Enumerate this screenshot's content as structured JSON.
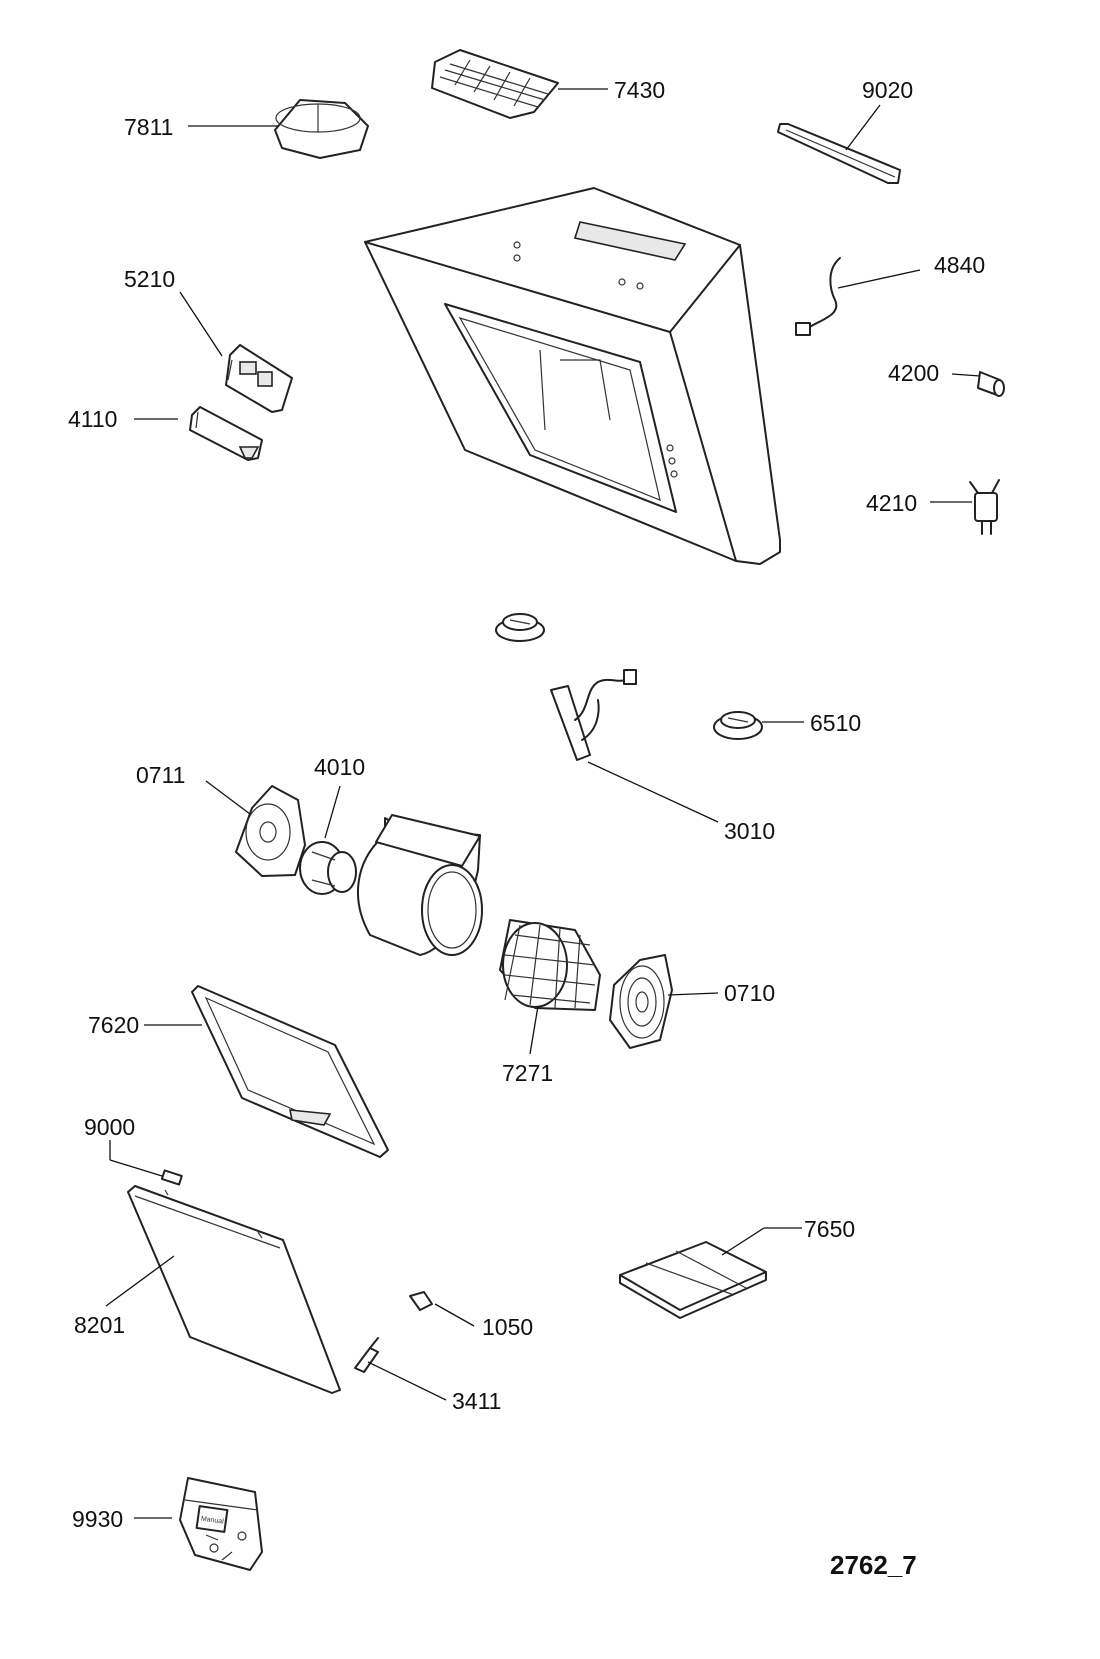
{
  "sheet_id": "2762_7",
  "manual_text": "Manual",
  "labels": {
    "p7811": "7811",
    "p7430": "7430",
    "p9020": "9020",
    "p5210": "5210",
    "p4840": "4840",
    "p4200": "4200",
    "p4110": "4110",
    "p4210": "4210",
    "p6510": "6510",
    "p0711": "0711",
    "p4010": "4010",
    "p3010": "3010",
    "p0710": "0710",
    "p7620": "7620",
    "p7271": "7271",
    "p9000": "9000",
    "p7650": "7650",
    "p8201": "8201",
    "p1050": "1050",
    "p3411": "3411",
    "p9930": "9930"
  }
}
